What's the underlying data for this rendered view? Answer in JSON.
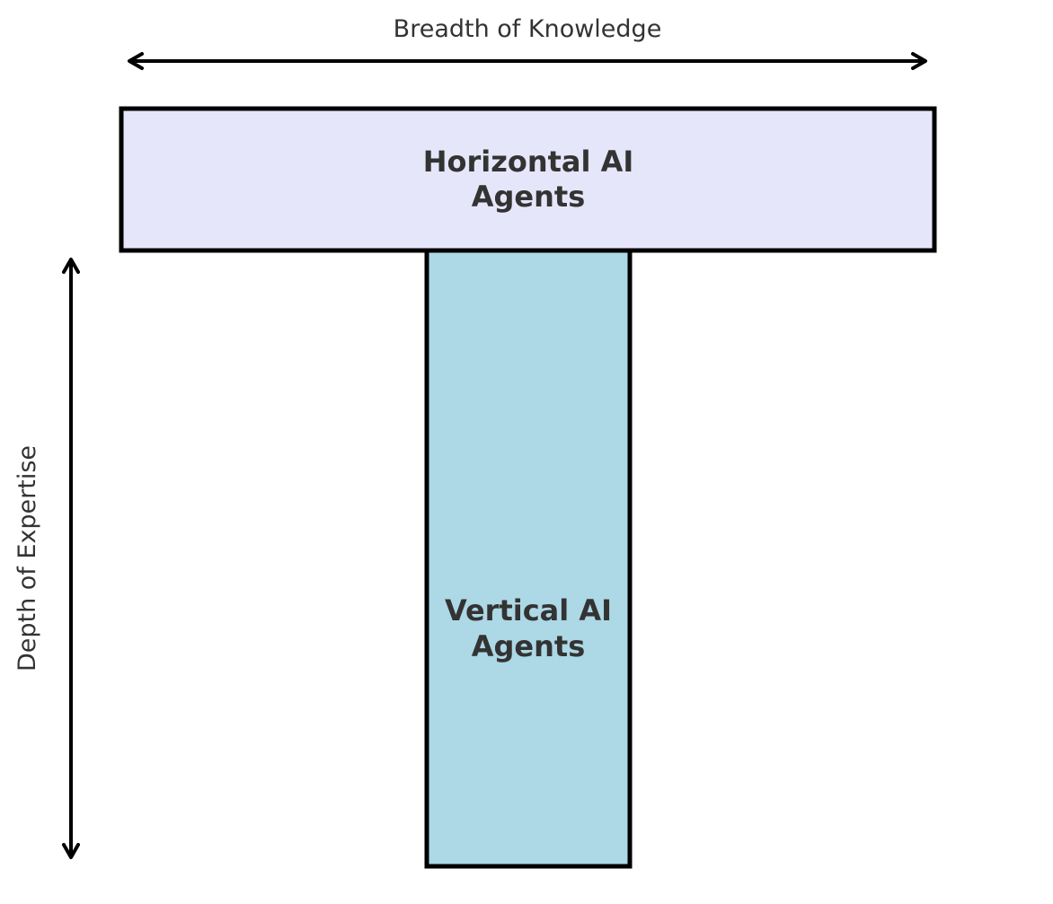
{
  "diagram": {
    "breadth_label": "Breadth of Knowledge",
    "depth_label": "Depth of Expertise",
    "horizontal_box": {
      "lines": [
        "Horizontal AI",
        "Agents"
      ],
      "fill": "#e6e6fa"
    },
    "vertical_box": {
      "lines": [
        "Vertical AI",
        "Agents"
      ],
      "fill": "#add8e6"
    },
    "stroke_color": "#000000",
    "text_color": "#333333"
  }
}
